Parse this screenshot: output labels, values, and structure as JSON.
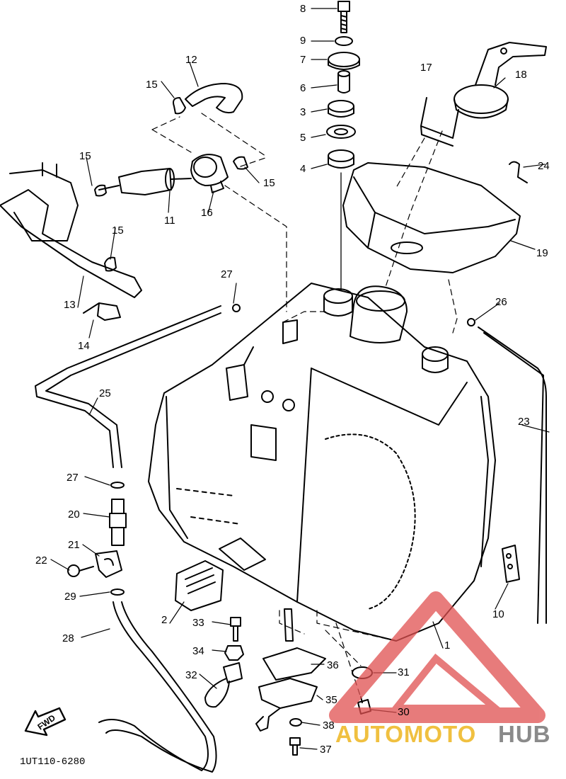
{
  "diagram": {
    "code": "1UT110-6280",
    "fwd_label": "FWD",
    "callouts": [
      "1",
      "2",
      "3",
      "4",
      "5",
      "6",
      "7",
      "8",
      "9",
      "10",
      "11",
      "12",
      "13",
      "14",
      "15",
      "15",
      "15",
      "15",
      "16",
      "17",
      "18",
      "19",
      "20",
      "21",
      "22",
      "23",
      "24",
      "25",
      "26",
      "27",
      "27",
      "28",
      "29",
      "30",
      "31",
      "32",
      "33",
      "34",
      "35",
      "36",
      "37",
      "38"
    ]
  },
  "watermark": {
    "brand_part1": "AUTOMOTO",
    "brand_part2": "HUB",
    "color_primary": "#e05050",
    "color_yellow": "#f0c040",
    "color_gray": "#8a8a8a"
  }
}
